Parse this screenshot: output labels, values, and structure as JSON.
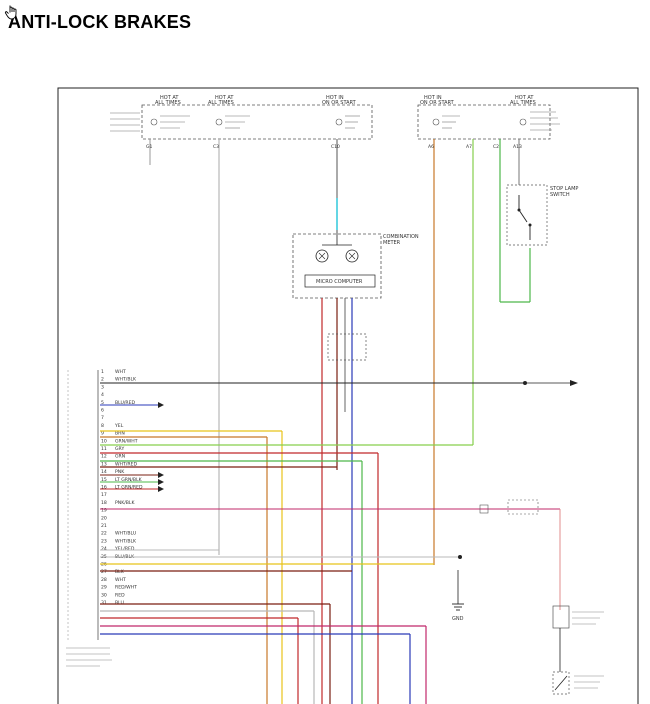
{
  "page": {
    "title": "ANTI-LOCK BRAKES"
  },
  "icons": {
    "cursor": "hand-pointer-icon"
  },
  "fuses": {
    "f1": {
      "line1": "HOT AT",
      "line2": "ALL TIMES"
    },
    "f2": {
      "line1": "HOT AT",
      "line2": "ALL TIMES"
    },
    "f3": {
      "line1": "HOT IN",
      "line2": "ON OR START"
    },
    "f4": {
      "line1": "HOT IN",
      "line2": "ON OR START"
    },
    "f5": {
      "line1": "HOT AT",
      "line2": "ALL TIMES"
    }
  },
  "components": {
    "combination_meter": {
      "line1": "COMBINATION",
      "line2": "METER"
    },
    "micro_computer": "MICRO COMPUTER",
    "stop_lamp_switch": {
      "line1": "STOP LAMP",
      "line2": "SWITCH"
    },
    "ground_label": "GND"
  },
  "connector_pins": [
    {
      "num": "1",
      "wire": "WHT"
    },
    {
      "num": "2",
      "wire": "WHT/BLK"
    },
    {
      "num": "3",
      "wire": ""
    },
    {
      "num": "4",
      "wire": ""
    },
    {
      "num": "5",
      "wire": "BLU/RED"
    },
    {
      "num": "6",
      "wire": ""
    },
    {
      "num": "7",
      "wire": ""
    },
    {
      "num": "8",
      "wire": "YEL"
    },
    {
      "num": "9",
      "wire": "BRN"
    },
    {
      "num": "10",
      "wire": "GRN/WHT"
    },
    {
      "num": "11",
      "wire": "GRY"
    },
    {
      "num": "12",
      "wire": "GRN"
    },
    {
      "num": "13",
      "wire": "WHT/RED"
    },
    {
      "num": "14",
      "wire": "PNK"
    },
    {
      "num": "15",
      "wire": "LT GRN/BLK"
    },
    {
      "num": "16",
      "wire": "LT GRN/RED"
    },
    {
      "num": "17",
      "wire": ""
    },
    {
      "num": "18",
      "wire": "PNK/BLK"
    },
    {
      "num": "19",
      "wire": ""
    },
    {
      "num": "20",
      "wire": ""
    },
    {
      "num": "21",
      "wire": ""
    },
    {
      "num": "22",
      "wire": "WHT/BLU"
    },
    {
      "num": "23",
      "wire": "WHT/BLK"
    },
    {
      "num": "24",
      "wire": "YEL/RED"
    },
    {
      "num": "25",
      "wire": "BLU/BLK"
    },
    {
      "num": "26",
      "wire": ""
    },
    {
      "num": "27",
      "wire": "BLK"
    },
    {
      "num": "28",
      "wire": "WHT"
    },
    {
      "num": "29",
      "wire": "RED/WHT"
    },
    {
      "num": "30",
      "wire": "RED"
    },
    {
      "num": "31",
      "wire": "BLU"
    }
  ],
  "colors": {
    "yellow": "#e8c31a",
    "orange": "#c8782a",
    "green": "#4db84a",
    "lightgreen": "#86cf4c",
    "red": "#c0282a",
    "darkred": "#7a1f12",
    "blue": "#2a3ab8",
    "gray": "#b8b8b8",
    "cyan": "#22c4d8",
    "pink": "#e28c8c",
    "black": "#222222"
  }
}
